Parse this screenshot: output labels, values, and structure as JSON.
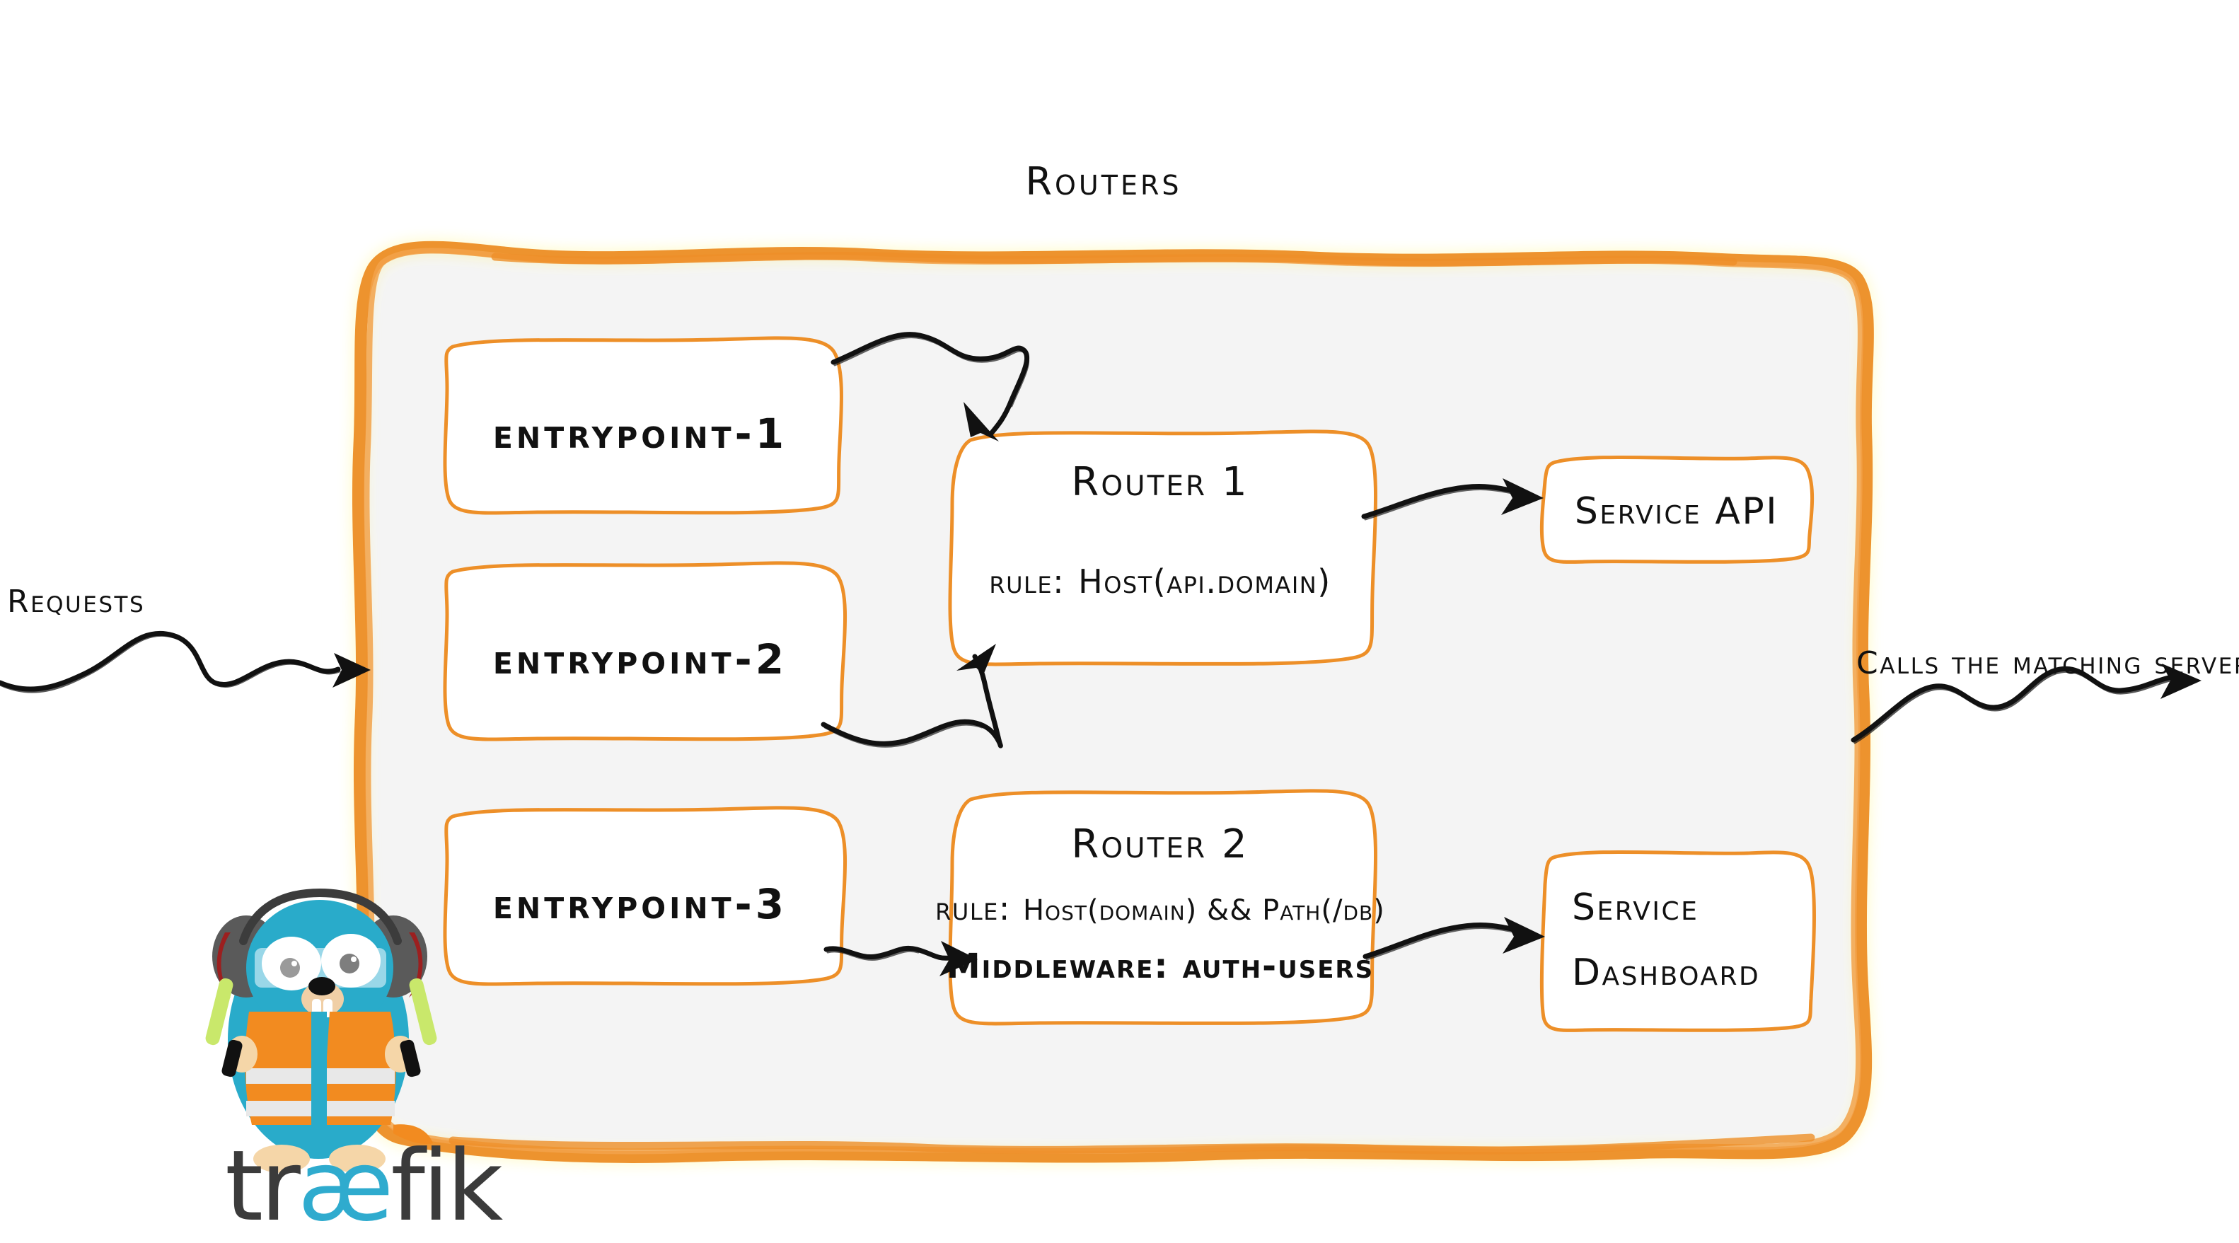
{
  "diagram": {
    "title": "Routers",
    "colors": {
      "accent_orange": "#ED8F28",
      "panel_fill": "#F4F4F4",
      "box_fill": "#FFFFFF",
      "ink": "#111111",
      "gopher_body": "#29ABCA",
      "gopher_vest": "#F28B20",
      "logo_dark": "#3B3B3B",
      "logo_cyan": "#2FABCE"
    }
  },
  "entrypoints": [
    {
      "label": "entrypoint-1"
    },
    {
      "label": "entrypoint-2"
    },
    {
      "label": "entrypoint-3"
    }
  ],
  "routers": [
    {
      "name": "Router 1",
      "rule_prefix": "rule:",
      "rule_value": "Host(api.domain)",
      "middleware_prefix": null,
      "middleware_value": null
    },
    {
      "name": "Router 2",
      "rule_prefix": "rule:",
      "rule_value": "Host(domain) && Path(/db)",
      "middleware_prefix": "Middleware:",
      "middleware_value": "auth-users"
    }
  ],
  "services": [
    {
      "label": "Service API",
      "lines": [
        "Service API"
      ]
    },
    {
      "label": "Service Dashboard",
      "lines": [
        "Service",
        "Dashboard"
      ]
    }
  ],
  "side_labels": {
    "incoming": "Requests",
    "outgoing": "Calls the matching server"
  },
  "brand": {
    "logo_part_1": "tr",
    "logo_part_2": "æ",
    "logo_part_3": "fik",
    "mascot_name": "traefik-gopher-mascot"
  }
}
